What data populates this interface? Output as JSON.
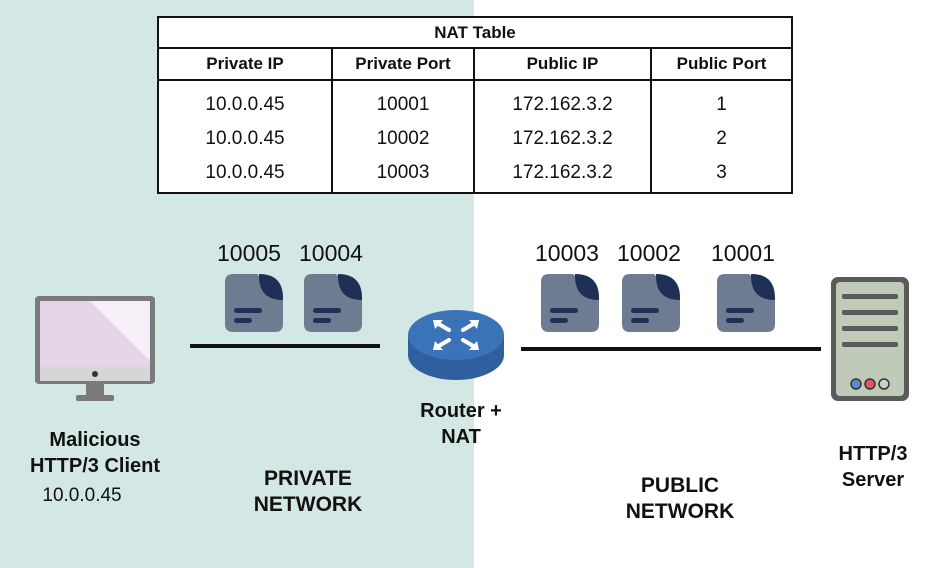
{
  "nat_table": {
    "title": "NAT Table",
    "headers": [
      "Private IP",
      "Private Port",
      "Public IP",
      "Public Port"
    ],
    "rows": [
      [
        "10.0.0.45",
        "10001",
        "172.162.3.2",
        "1"
      ],
      [
        "10.0.0.45",
        "10002",
        "172.162.3.2",
        "2"
      ],
      [
        "10.0.0.45",
        "10003",
        "172.162.3.2",
        "3"
      ]
    ]
  },
  "private_side": {
    "packets": [
      "10005",
      "10004"
    ],
    "label_line1": "PRIVATE",
    "label_line2": "NETWORK"
  },
  "public_side": {
    "packets": [
      "10003",
      "10002",
      "10001"
    ],
    "label_line1": "PUBLIC",
    "label_line2": "NETWORK"
  },
  "client": {
    "name_line1": "Malicious",
    "name_line2": "HTTP/3 Client",
    "ip": "10.0.0.45"
  },
  "router": {
    "label_line1": "Router +",
    "label_line2": "NAT"
  },
  "server": {
    "label_line1": "HTTP/3",
    "label_line2": "Server"
  },
  "colors": {
    "private_background": "#d3e8e4",
    "packet": "#6f7b90",
    "packet_corner": "#1f2f55",
    "router": "#3b73b9",
    "server_body": "#bfcab8",
    "monitor_screen": "#e6d5e8"
  }
}
